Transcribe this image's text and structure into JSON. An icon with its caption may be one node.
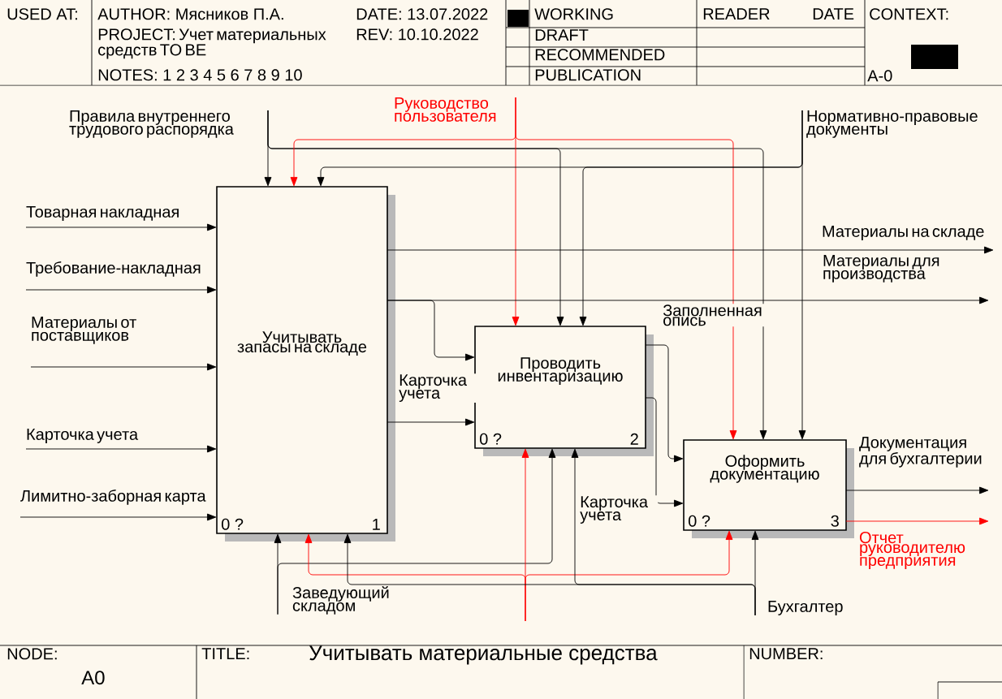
{
  "diagram": {
    "title": "Учитывать материальные средства",
    "nodes": [
      {
        "text": [
          "Правила внутреннего трудового распорядка"
        ]
      },
      {
        "text": [
          "Руководство пользователя"
        ]
      },
      {
        "text": [
          "Нормативно-правовые документы"
        ]
      },
      {
        "text": [
          "Товарная накладная"
        ]
      },
      {
        "text": [
          "Требование-накладная"
        ]
      },
      {
        "text": [
          "Материалы от поставщиков"
        ]
      },
      {
        "text": [
          "Карточка учета"
        ]
      },
      {
        "text": [
          "Лимитно-заборная карта"
        ]
      },
      {
        "text": [
          "Учитывать запасы на складе",
          "0 ?",
          "1"
        ]
      },
      {
        "text": [
          "Проводить инвентаризацию",
          "0 ?",
          "2"
        ]
      },
      {
        "text": [
          "Оформить документацию",
          "0 ?",
          "3"
        ]
      },
      {
        "text": [
          "Материалы на складе"
        ]
      },
      {
        "text": [
          "Материалы для производства"
        ]
      },
      {
        "text": [
          "Документация для бухгалтерии"
        ]
      },
      {
        "text": [
          "Отчет руководителю предприятия"
        ]
      },
      {
        "text": [
          "Заведующий складом"
        ]
      },
      {
        "text": [
          "Бухгалтер"
        ]
      }
    ],
    "edges": [
      {
        "from": 0,
        "to": 8,
        "arrow": "to"
      },
      {
        "from": 0,
        "to": 9,
        "arrow": "to"
      },
      {
        "from": 0,
        "to": 10,
        "arrow": "to"
      },
      {
        "from": 1,
        "to": 8,
        "arrow": "to",
        "color": "#ff0000"
      },
      {
        "from": 1,
        "to": 9,
        "arrow": "to",
        "color": "#ff0000"
      },
      {
        "from": 1,
        "to": 10,
        "arrow": "to",
        "color": "#ff0000"
      },
      {
        "from": 2,
        "to": 8,
        "arrow": "to"
      },
      {
        "from": 2,
        "to": 9,
        "arrow": "to"
      },
      {
        "from": 2,
        "to": 10,
        "arrow": "to"
      },
      {
        "from": 3,
        "to": 8,
        "arrow": "to"
      },
      {
        "from": 4,
        "to": 8,
        "arrow": "to"
      },
      {
        "from": 5,
        "to": 8,
        "arrow": "to"
      },
      {
        "from": 6,
        "to": 8,
        "arrow": "to"
      },
      {
        "from": 7,
        "to": 8,
        "arrow": "to"
      },
      {
        "from": 8,
        "to": 11,
        "arrow": "to"
      },
      {
        "from": 8,
        "to": 12,
        "arrow": "to"
      },
      {
        "from": 8,
        "to": 9,
        "arrow": "to"
      },
      {
        "from": 8,
        "to": 9,
        "arrow": "to",
        "label": "Карточка учета"
      },
      {
        "from": 9,
        "to": 10,
        "arrow": "to",
        "label": "Заполненная опись"
      },
      {
        "from": 9,
        "to": 10,
        "arrow": "to"
      },
      {
        "from": 10,
        "to": 13,
        "arrow": "to"
      },
      {
        "from": 10,
        "to": 14,
        "arrow": "to",
        "color": "#ff0000"
      },
      {
        "from": 15,
        "to": 8,
        "arrow": "to"
      },
      {
        "from": 15,
        "to": 9,
        "arrow": "to"
      },
      {
        "from": null,
        "to": 8,
        "arrow": "to",
        "color": "#ff0000"
      },
      {
        "from": null,
        "to": 9,
        "arrow": "to",
        "color": "#ff0000"
      },
      {
        "from": null,
        "to": 10,
        "arrow": "to",
        "color": "#ff0000"
      },
      {
        "from": 16,
        "to": 8,
        "arrow": "to"
      },
      {
        "from": 16,
        "to": 9,
        "arrow": "to",
        "label": "Карточка учета"
      },
      {
        "from": 16,
        "to": 10,
        "arrow": "to"
      }
    ],
    "labels": [
      "USED AT:",
      "AUTHOR: Мясников П.А.",
      "DATE: 13.07.2022",
      "WORKING",
      "READER",
      "DATE",
      "CONTEXT:",
      "PROJECT: Учет материальных средств TO BE",
      "REV: 10.10.2022",
      "DRAFT",
      "RECOMMENDED",
      "NOTES: 1 2 3 4 5 6 7 8 9 10",
      "PUBLICATION",
      "A-0",
      "NODE:",
      "TITLE:",
      "NUMBER:",
      "A0"
    ]
  }
}
